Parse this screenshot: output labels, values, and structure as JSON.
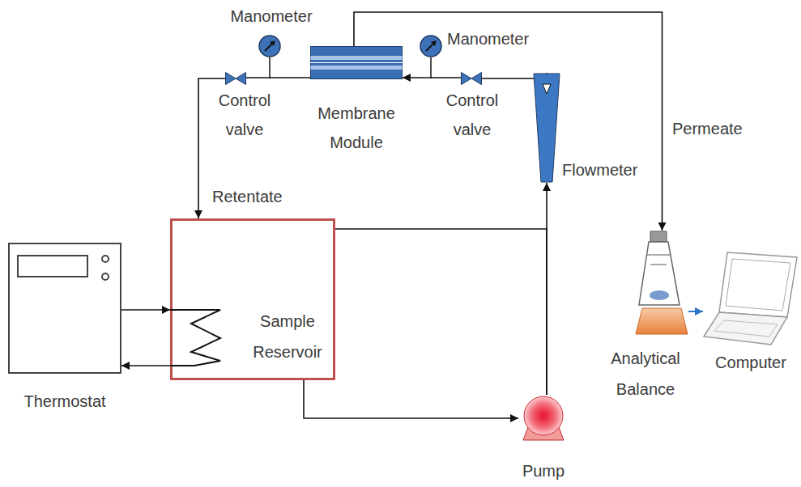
{
  "diagram": {
    "nodes": [
      {
        "text": [
          "Manometer"
        ]
      },
      {
        "text": [
          "Membrane Module"
        ]
      },
      {
        "text": [
          "Manometer"
        ]
      },
      {
        "text": [
          "Control valve"
        ]
      },
      {
        "text": [
          "Control valve"
        ]
      },
      {
        "text": [
          "Flowmeter"
        ]
      },
      {
        "text": [
          "Thermostat"
        ]
      },
      {
        "text": [
          "Sample Reservoir"
        ]
      },
      {
        "text": [
          "Analytical Balance"
        ]
      },
      {
        "text": [
          "Computer"
        ]
      },
      {
        "text": [
          "Pump"
        ]
      }
    ],
    "edges": [
      {
        "from": 1,
        "to": 3,
        "arrow": "none"
      },
      {
        "from": 3,
        "to": 7,
        "arrow": "to",
        "label": "Retentate"
      },
      {
        "from": 4,
        "to": 1,
        "arrow": "to"
      },
      {
        "from": 5,
        "to": 4,
        "arrow": "none"
      },
      {
        "from": 10,
        "to": 5,
        "arrow": "to"
      },
      {
        "from": 10,
        "to": 7,
        "arrow": "to"
      },
      {
        "from": 7,
        "to": 10,
        "arrow": "to"
      },
      {
        "from": 1,
        "to": 8,
        "arrow": "to",
        "label": "Permeate"
      },
      {
        "from": 6,
        "to": 7,
        "arrow": "to"
      },
      {
        "from": 7,
        "to": 6,
        "arrow": "to"
      },
      {
        "from": 8,
        "to": 9,
        "arrow": "to"
      }
    ]
  }
}
